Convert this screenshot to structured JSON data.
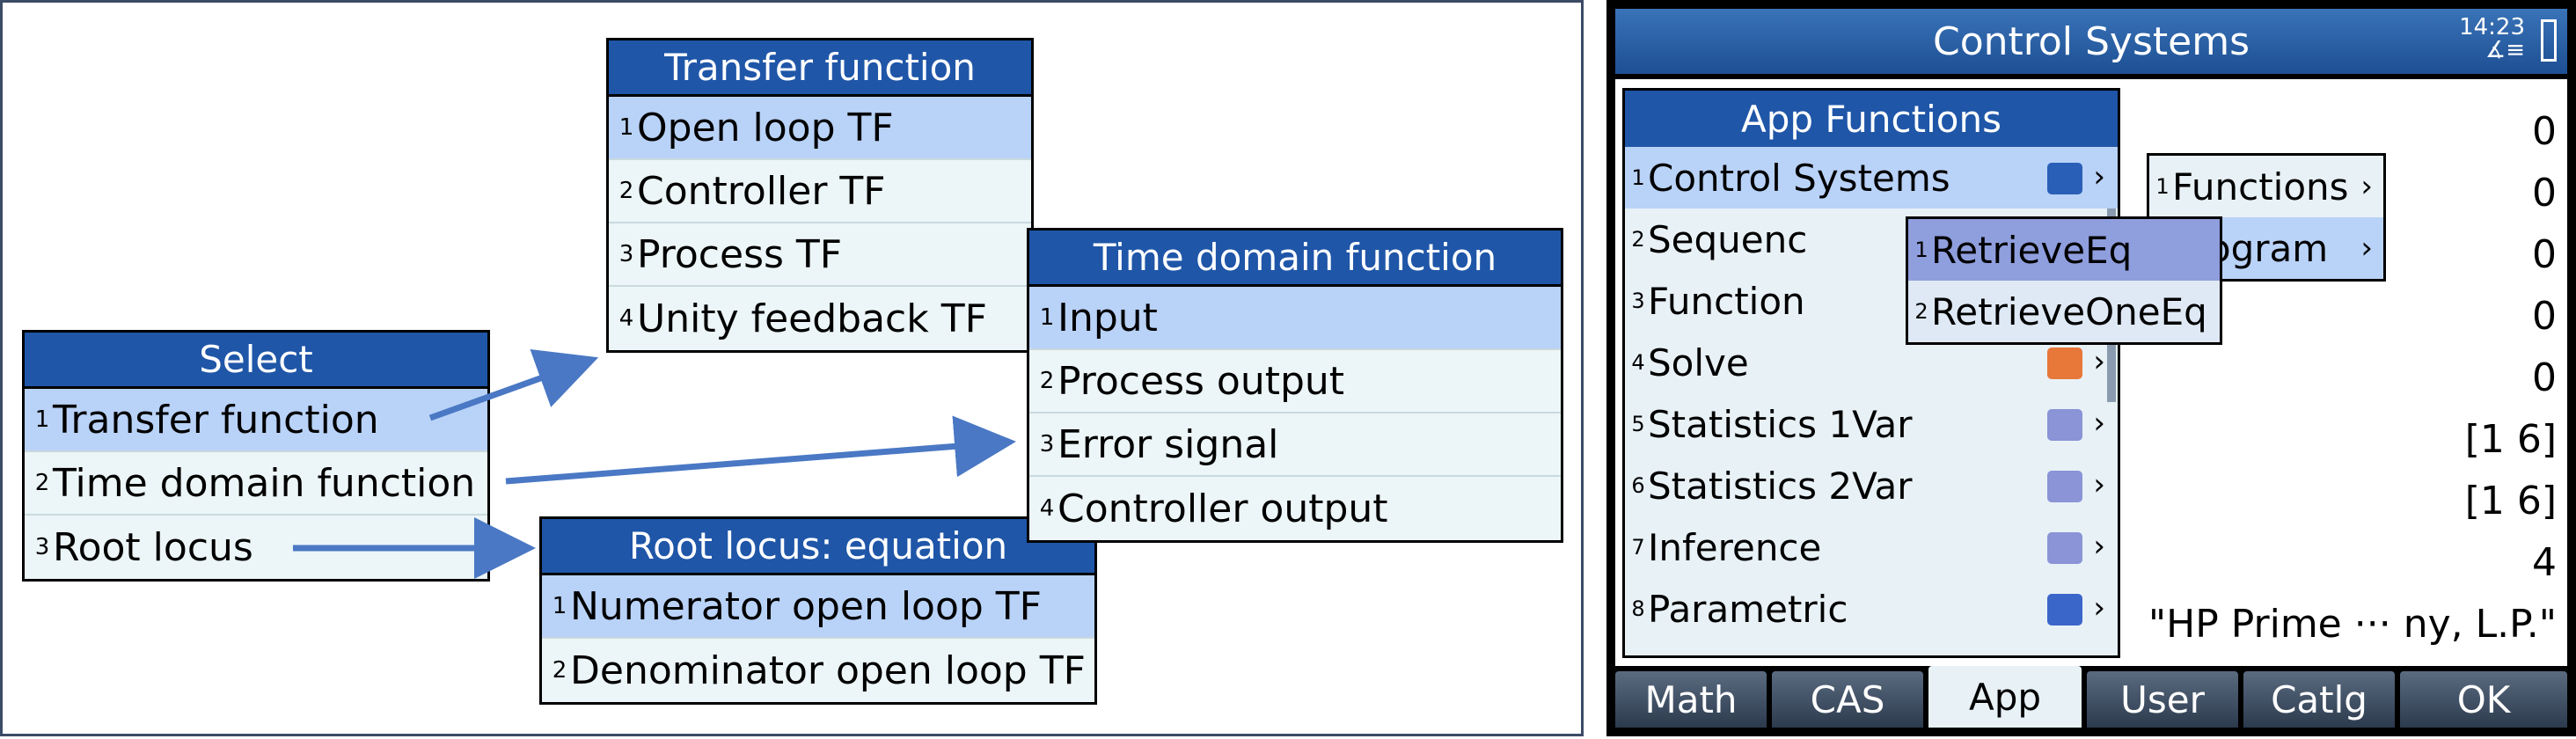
{
  "diagram": {
    "select_menu": {
      "title": "Select",
      "items": [
        "Transfer function",
        "Time domain function",
        "Root locus"
      ]
    },
    "transfer_menu": {
      "title": "Transfer function",
      "items": [
        "Open loop TF",
        "Controller TF",
        "Process TF",
        "Unity feedback TF"
      ]
    },
    "time_menu": {
      "title": "Time domain function",
      "items": [
        "Input",
        "Process output",
        "Error signal",
        "Controller output"
      ]
    },
    "root_menu": {
      "title": "Root locus: equation",
      "items": [
        "Numerator open loop TF",
        "Denominator open loop TF"
      ]
    },
    "arrow_color": "#4a78c4"
  },
  "calculator": {
    "title": "Control Systems",
    "clock": "14:23",
    "clock_sub": "∡≡",
    "app_menu": {
      "title": "App Functions",
      "items": [
        {
          "num": "1",
          "label": "Control Systems",
          "icon": "control-systems-icon"
        },
        {
          "num": "2",
          "label": "Sequenc",
          "icon": "sequence-icon"
        },
        {
          "num": "3",
          "label": "Function",
          "icon": "function-icon"
        },
        {
          "num": "4",
          "label": "Solve",
          "icon": "solve-icon"
        },
        {
          "num": "5",
          "label": "Statistics 1Var",
          "icon": "stats1-icon"
        },
        {
          "num": "6",
          "label": "Statistics 2Var",
          "icon": "stats2-icon"
        },
        {
          "num": "7",
          "label": "Inference",
          "icon": "inference-icon"
        },
        {
          "num": "8",
          "label": "Parametric",
          "icon": "parametric-icon"
        }
      ]
    },
    "submenu_functions": [
      {
        "num": "1",
        "label": "Functions"
      },
      {
        "num": "2",
        "label": "Program"
      }
    ],
    "submenu_program": [
      {
        "num": "1",
        "label": "RetrieveEq"
      },
      {
        "num": "2",
        "label": "RetrieveOneEq"
      }
    ],
    "values": [
      "0",
      "0",
      "0",
      "0",
      "0",
      "[1  6]",
      "[1  6]",
      "4",
      "\"HP Prime  ···  ny, L.P.\""
    ],
    "softkeys": [
      "Math",
      "CAS",
      "App",
      "User",
      "Catlg",
      "OK"
    ]
  }
}
